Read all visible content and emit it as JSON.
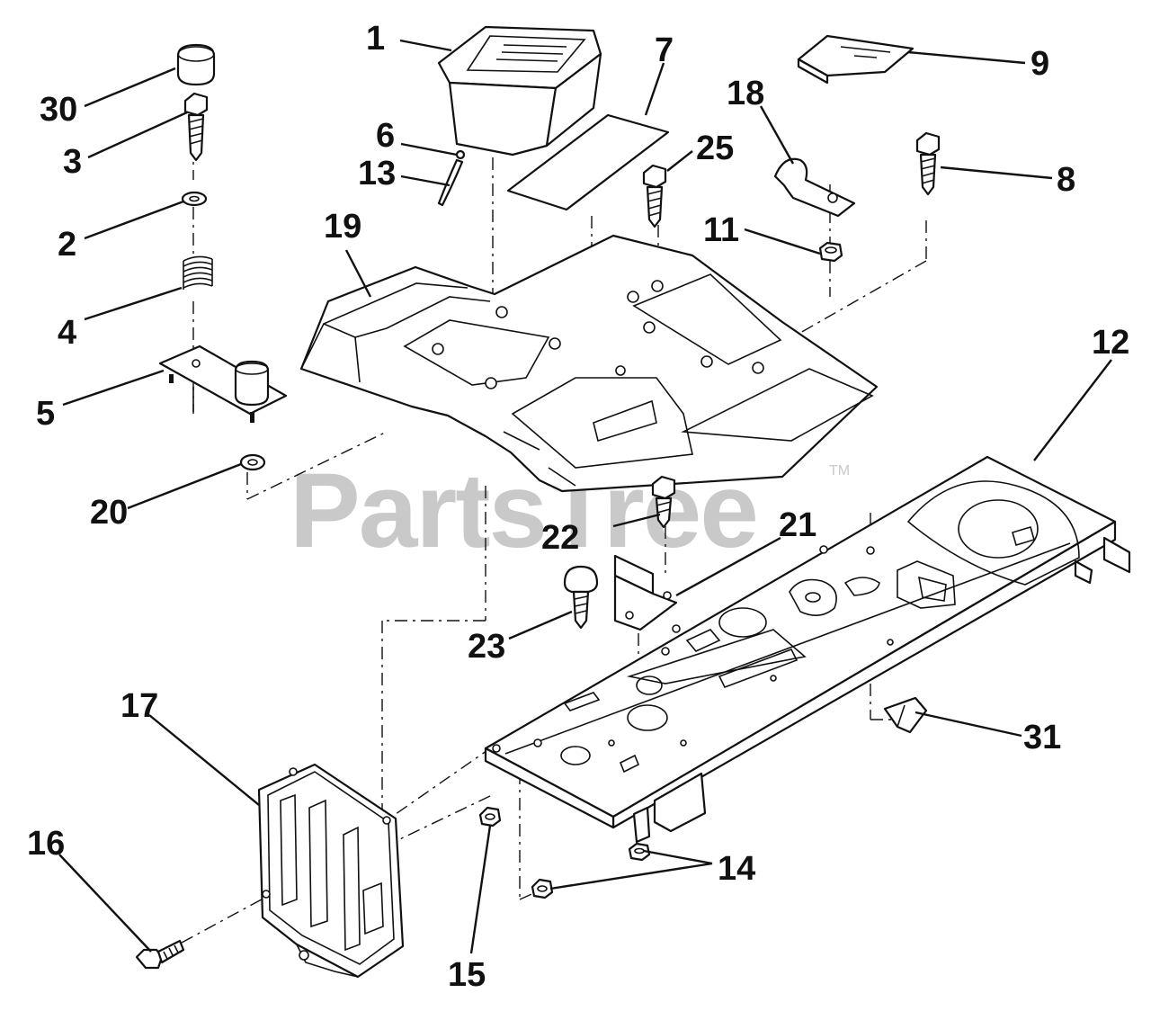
{
  "watermark": {
    "text": "PartsTree",
    "trademark": "TM"
  },
  "parts": [
    {
      "id": "callout-1",
      "number": "1"
    },
    {
      "id": "callout-2",
      "number": "2"
    },
    {
      "id": "callout-3",
      "number": "3"
    },
    {
      "id": "callout-4",
      "number": "4"
    },
    {
      "id": "callout-5",
      "number": "5"
    },
    {
      "id": "callout-6",
      "number": "6"
    },
    {
      "id": "callout-7",
      "number": "7"
    },
    {
      "id": "callout-8",
      "number": "8"
    },
    {
      "id": "callout-9",
      "number": "9"
    },
    {
      "id": "callout-11",
      "number": "11"
    },
    {
      "id": "callout-12",
      "number": "12"
    },
    {
      "id": "callout-13",
      "number": "13"
    },
    {
      "id": "callout-14",
      "number": "14"
    },
    {
      "id": "callout-15",
      "number": "15"
    },
    {
      "id": "callout-16",
      "number": "16"
    },
    {
      "id": "callout-17",
      "number": "17"
    },
    {
      "id": "callout-18",
      "number": "18"
    },
    {
      "id": "callout-19",
      "number": "19"
    },
    {
      "id": "callout-20",
      "number": "20"
    },
    {
      "id": "callout-21",
      "number": "21"
    },
    {
      "id": "callout-22",
      "number": "22"
    },
    {
      "id": "callout-23",
      "number": "23"
    },
    {
      "id": "callout-25",
      "number": "25"
    },
    {
      "id": "callout-30",
      "number": "30"
    },
    {
      "id": "callout-31",
      "number": "31"
    }
  ]
}
